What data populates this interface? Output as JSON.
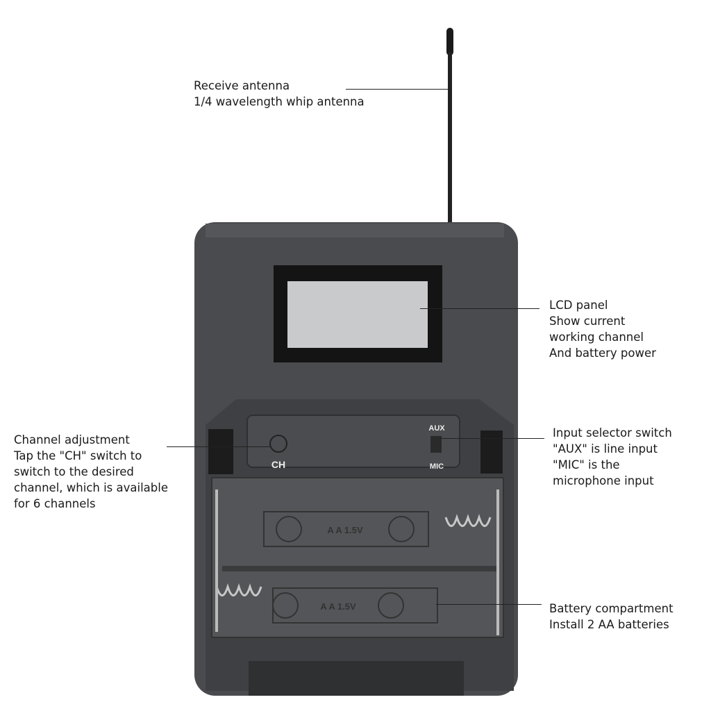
{
  "callouts": {
    "antenna": [
      "Receive antenna",
      "1/4 wavelength whip antenna"
    ],
    "lcd": [
      "LCD panel",
      "Show current",
      "working channel",
      "And battery power"
    ],
    "channel": [
      "Channel adjustment",
      "Tap the \"CH\" switch to",
      "switch to the desired",
      "channel, which is available",
      "for 6 channels"
    ],
    "input": [
      "Input selector switch",
      "\"AUX\" is line input",
      "\"MIC\" is the",
      "microphone input"
    ],
    "battery": [
      "Battery compartment",
      "Install 2 AA batteries"
    ]
  },
  "device": {
    "ch_label": "CH",
    "aux_label": "AUX",
    "mic_label": "MIC",
    "battery_marking": "A A 1.5V"
  },
  "colors": {
    "body": "#4a4b4e",
    "lcd": "#c9cacb",
    "text": "#1a1a1a"
  }
}
